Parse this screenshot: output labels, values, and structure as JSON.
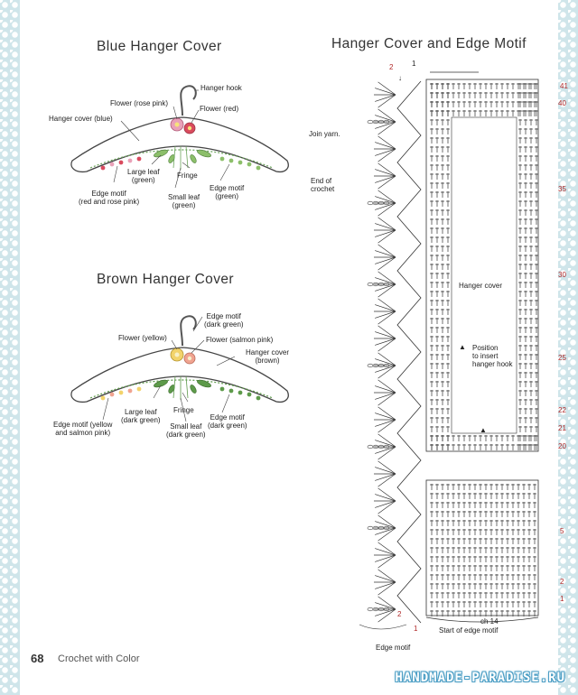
{
  "page": {
    "number": "68",
    "book_title": "Crochet with Color",
    "watermark": "HANDMADE-PARADISE.RU"
  },
  "blue_hanger": {
    "title": "Blue Hanger Cover",
    "labels": {
      "hanger_hook": "Hanger hook",
      "flower_rose": "Flower (rose pink)",
      "flower_red": "Flower (red)",
      "cover": "Hanger cover (blue)",
      "large_leaf": "Large leaf\n(green)",
      "fringe": "Fringe",
      "edge_motif_red": "Edge motif\n(red and rose pink)",
      "small_leaf": "Small leaf\n(green)",
      "edge_motif_green": "Edge motif\n(green)"
    },
    "colors": {
      "flower_a": "#e9a1b8",
      "flower_b": "#d94b5e",
      "leaf": "#8cbf6a"
    }
  },
  "brown_hanger": {
    "title": "Brown Hanger Cover",
    "labels": {
      "edge_motif_top": "Edge motif\n(dark green)",
      "flower_yellow": "Flower (yellow)",
      "flower_salmon": "Flower (salmon pink)",
      "cover": "Hanger cover\n(brown)",
      "large_leaf": "Large leaf\n(dark green)",
      "fringe": "Fringe",
      "edge_motif_yellow": "Edge motif (yellow\nand salmon pink)",
      "small_leaf": "Small leaf\n(dark green)",
      "edge_motif_dark": "Edge motif\n(dark green)"
    },
    "colors": {
      "flower_a": "#f2d36b",
      "flower_b": "#f0a390",
      "leaf": "#5d9a4a"
    }
  },
  "chart": {
    "title": "Hanger Cover and Edge Motif",
    "join_yarn": "Join yarn.",
    "end_of_crochet": "End of\ncrochet",
    "hanger_cover": "Hanger cover",
    "position_note": "Position\nto insert\nhanger hook",
    "chain_label": "ch 14",
    "start_edge": "Start of edge motif",
    "edge_motif": "Edge motif",
    "row_numbers": [
      "41",
      "40",
      "35",
      "30",
      "25",
      "22",
      "21",
      "20",
      "5",
      "2",
      "1"
    ],
    "edge_numbers_top": [
      "2",
      "1"
    ],
    "edge_numbers_bottom": [
      "2",
      "1"
    ]
  }
}
